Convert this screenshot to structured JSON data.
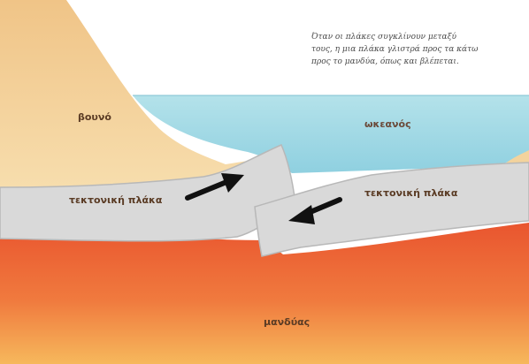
{
  "diagram": {
    "caption_lines": [
      "Όταν οι πλάκες συγκλίνουν μεταξύ",
      "τους, η μια πλάκα γλιστρά προς τα κάτω",
      "προς το μανδύα, όπως και βλέπεται."
    ],
    "labels": {
      "mountains": "βουνό",
      "ocean": "ωκεανός",
      "plate_left": "τεκτονική πλάκα",
      "plate_right": "τεκτονική πλάκα",
      "mantle": "μανδύας"
    },
    "colors": {
      "sky": "#ffffff",
      "ocean": "#a9dbe6",
      "mountain": "#f3d39d",
      "plate": "#d8d8d8",
      "mantle_top": "#ef6a3b",
      "mantle_bottom": "#f6b85c",
      "arrow": "#111111"
    },
    "icons": [
      "arrow-right-up-icon",
      "arrow-left-down-icon"
    ]
  }
}
